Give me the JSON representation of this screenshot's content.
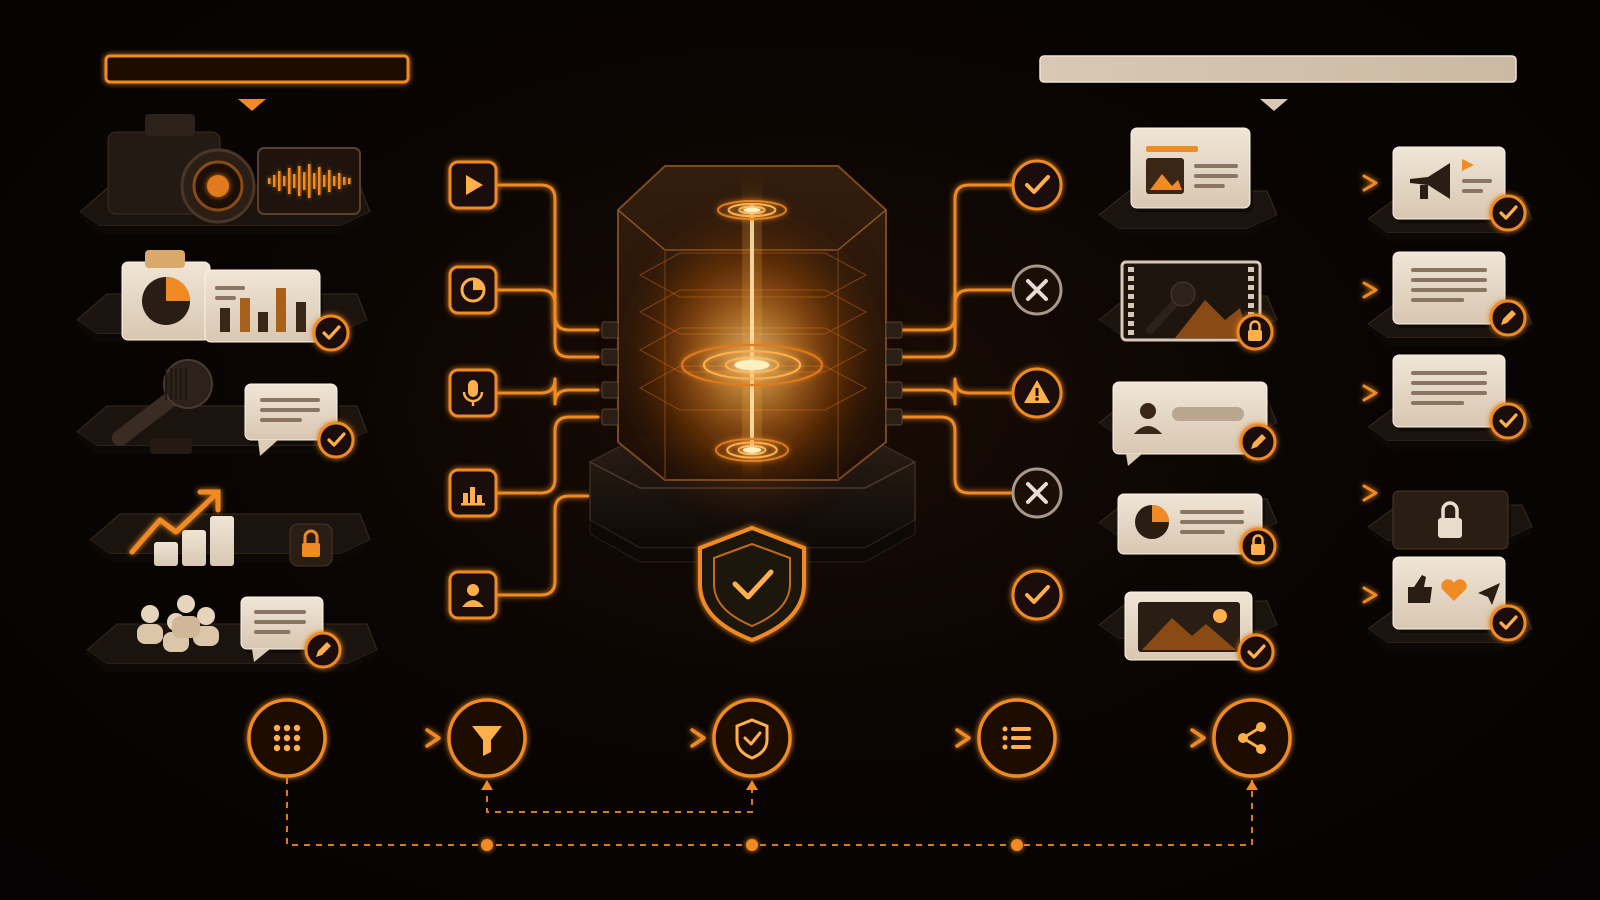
{
  "header_left": {
    "text": ""
  },
  "header_right": {
    "text": ""
  },
  "colors": {
    "accent": "#f08a24",
    "accent_bright": "#ffb04a",
    "card": "#e9dccb",
    "card_dark": "#2a1d13",
    "platform": "#1c140e",
    "background": "#060302"
  },
  "sources": [
    {
      "icon": "video-camera-audio-icon",
      "badge": ""
    },
    {
      "icon": "report-chart-icon",
      "badge": "check-badge-icon"
    },
    {
      "icon": "microphone-chat-icon",
      "badge": "check-badge-icon"
    },
    {
      "icon": "growth-chart-icon",
      "badge": "lock-badge-icon"
    },
    {
      "icon": "people-chat-icon",
      "badge": "edit-badge-icon"
    }
  ],
  "connectors": [
    "play-icon",
    "pie-chart-icon",
    "microphone-icon",
    "bar-chart-icon",
    "user-icon"
  ],
  "core": {
    "icon": "shield-check-icon"
  },
  "decisions": [
    "check-circle-icon",
    "x-circle-icon",
    "warning-circle-icon",
    "x-circle-icon",
    "check-circle-icon"
  ],
  "outputs": [
    {
      "icon": "article-card-icon",
      "badge": ""
    },
    {
      "icon": "film-microphone-icon",
      "badge": "lock-badge-icon"
    },
    {
      "icon": "profile-card-icon",
      "badge": "edit-badge-icon"
    },
    {
      "icon": "chart-card-icon",
      "badge": "lock-badge-icon"
    },
    {
      "icon": "image-card-icon",
      "badge": "check-badge-icon"
    }
  ],
  "results": [
    {
      "icon": "megaphone-card-icon",
      "badge": "check-badge-icon",
      "link": "solid"
    },
    {
      "icon": "text-card-icon",
      "badge": "edit-badge-icon",
      "link": "dashed"
    },
    {
      "icon": "text-card-icon",
      "badge": "check-badge-icon",
      "link": "solid"
    },
    {
      "icon": "lock-card-icon",
      "badge": "",
      "link": "dashed"
    },
    {
      "icon": "social-card-icon",
      "badge": "check-badge-icon",
      "link": "solid"
    }
  ],
  "pipeline": [
    "grid-icon",
    "filter-icon",
    "shield-check-icon",
    "list-icon",
    "share-icon"
  ]
}
